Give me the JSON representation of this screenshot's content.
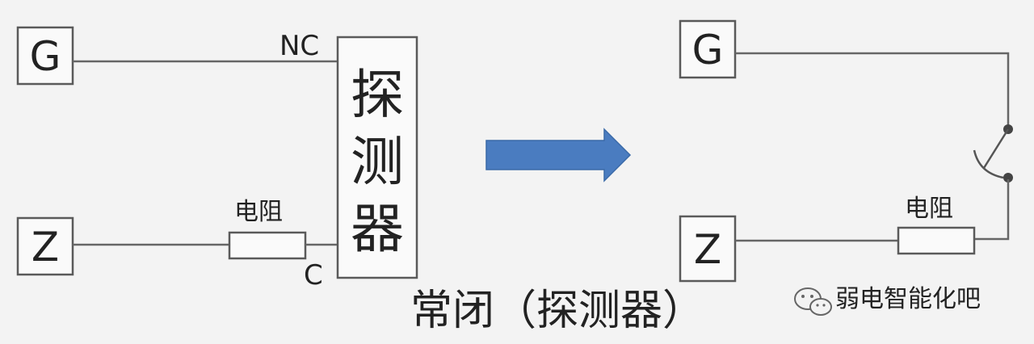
{
  "left_circuit": {
    "terminal_g": "G",
    "terminal_z": "Z",
    "nc_label": "NC",
    "c_label": "C",
    "resistor_label": "电阻",
    "detector_chars": [
      "探",
      "测",
      "器"
    ]
  },
  "right_circuit": {
    "terminal_g": "G",
    "terminal_z": "Z",
    "resistor_label": "电阻"
  },
  "caption": "常闭（探测器）",
  "watermark": "弱电智能化吧",
  "colors": {
    "arrow": "#4a7cc0",
    "line": "#555555",
    "background": "#f3f3f3"
  }
}
